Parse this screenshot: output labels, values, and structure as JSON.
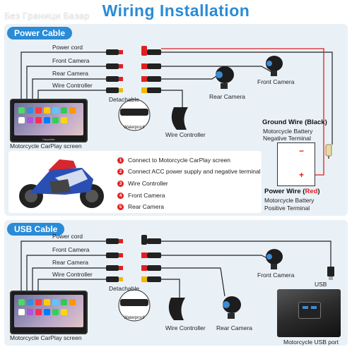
{
  "title": "Wiring Installation",
  "watermark": "Без Граници Базар",
  "sections": {
    "power": {
      "pill": "Power Cable",
      "labels": {
        "power_cord": "Power cord",
        "front_camera": "Front Camera",
        "rear_camera": "Rear Camera",
        "wire_controller": "Wire Controller",
        "detachable": "Detachable",
        "waterproof": "Waterproof",
        "screen": "Motorcycle CarPlay screen",
        "rear_camera_device": "Rear Camera",
        "front_camera_device": "Front Camera",
        "wire_controller_device": "Wire Controller"
      },
      "ground": {
        "title": "Ground Wire (Black)",
        "line1": "Motorcycle Battery",
        "line2": "Negative Terminal"
      },
      "powerwire": {
        "title_prefix": "Power Wire (",
        "title_red": "Red",
        "title_suffix": ")",
        "line1": "Motorcycle Battery",
        "line2": "Positive Terminal"
      },
      "legend": [
        {
          "num": "1",
          "text": "Connect to Motorcycle CarPlay screen"
        },
        {
          "num": "2",
          "text": "Connect ACC power supply and negative terminal"
        },
        {
          "num": "3",
          "text": "Wire Controller"
        },
        {
          "num": "4",
          "text": "Front Camera"
        },
        {
          "num": "5",
          "text": "Rear Camera"
        }
      ],
      "battery_minus": "−",
      "battery_plus": "+",
      "screen_brand": "Carpuride"
    },
    "usb": {
      "pill": "USB Cable",
      "labels": {
        "power_cord": "Power cord",
        "front_camera": "Front Camera",
        "rear_camera": "Rear Camera",
        "wire_controller": "Wire Controller",
        "detachable": "Detachable",
        "waterproof": "Waterproof",
        "screen": "Motorcycle CarPlay screen",
        "front_camera_device": "Front Camera",
        "usb": "USB",
        "wire_controller_device": "Wire Controller",
        "rear_camera_device": "Rear Camera",
        "usb_port": "Motorcycle USB port"
      }
    }
  },
  "colors": {
    "accent": "#2a8bd6",
    "panel": "#e9f1f7",
    "red": "#e02020",
    "yellow_connector": "#f0b800"
  }
}
